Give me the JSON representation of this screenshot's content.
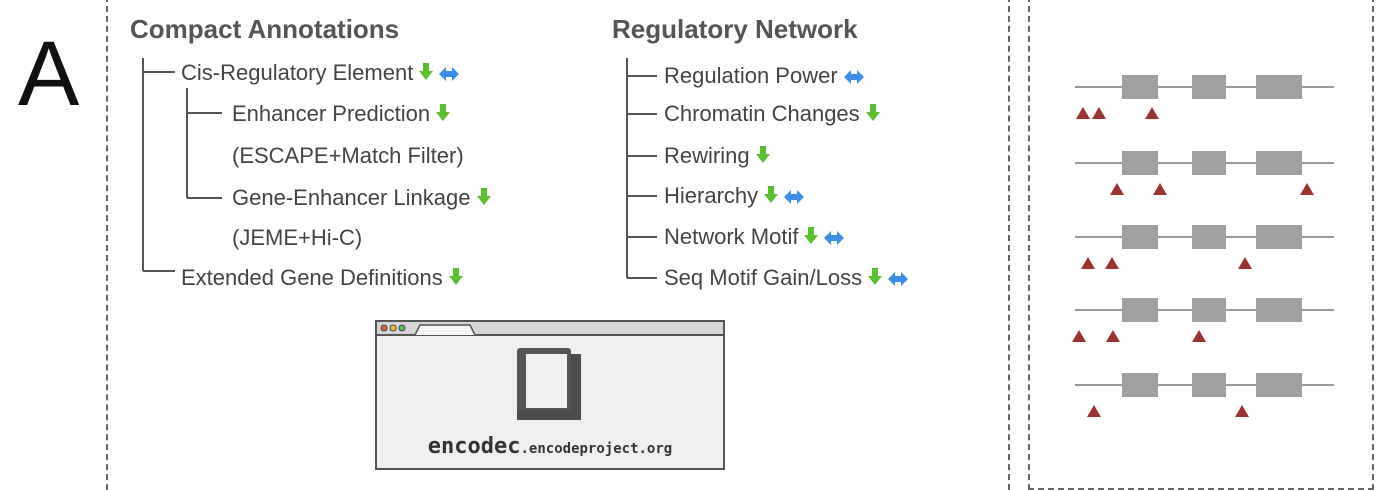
{
  "panel_label": "A",
  "colors": {
    "down_arrow": "#5cc02e",
    "bidir_arrow": "#3a8ee8",
    "gene_line": "#9a9a9a",
    "exon": "#a0a0a0",
    "triangle": "#9b3333"
  },
  "compact": {
    "title": "Compact Annotations",
    "items": [
      {
        "text": "Cis-Regulatory Element",
        "icons": [
          "down-arrow",
          "bidirectional-arrow"
        ]
      },
      {
        "text": "Enhancer Prediction",
        "icons": [
          "down-arrow"
        ]
      },
      {
        "text": "(ESCAPE+Match Filter)",
        "icons": []
      },
      {
        "text": "Gene-Enhancer Linkage",
        "icons": [
          "down-arrow"
        ]
      },
      {
        "text": "(JEME+Hi-C)",
        "icons": []
      },
      {
        "text": "Extended Gene Definitions",
        "icons": [
          "down-arrow"
        ]
      }
    ]
  },
  "network": {
    "title": "Regulatory Network",
    "items": [
      {
        "text": "Regulation Power",
        "icons": [
          "bidirectional-arrow"
        ]
      },
      {
        "text": "Chromatin Changes",
        "icons": [
          "down-arrow"
        ]
      },
      {
        "text": "Rewiring",
        "icons": [
          "down-arrow"
        ]
      },
      {
        "text": "Hierarchy",
        "icons": [
          "down-arrow",
          "bidirectional-arrow"
        ]
      },
      {
        "text": "Network Motif",
        "icons": [
          "down-arrow",
          "bidirectional-arrow"
        ]
      },
      {
        "text": "Seq Motif Gain/Loss",
        "icons": [
          "down-arrow",
          "bidirectional-arrow"
        ]
      }
    ]
  },
  "browser": {
    "icon": "book-icon",
    "url_main": "encodec",
    "url_rest": ".encodeproject.org"
  },
  "gene_tracks": {
    "count": 5,
    "exons_per_track": 3
  }
}
